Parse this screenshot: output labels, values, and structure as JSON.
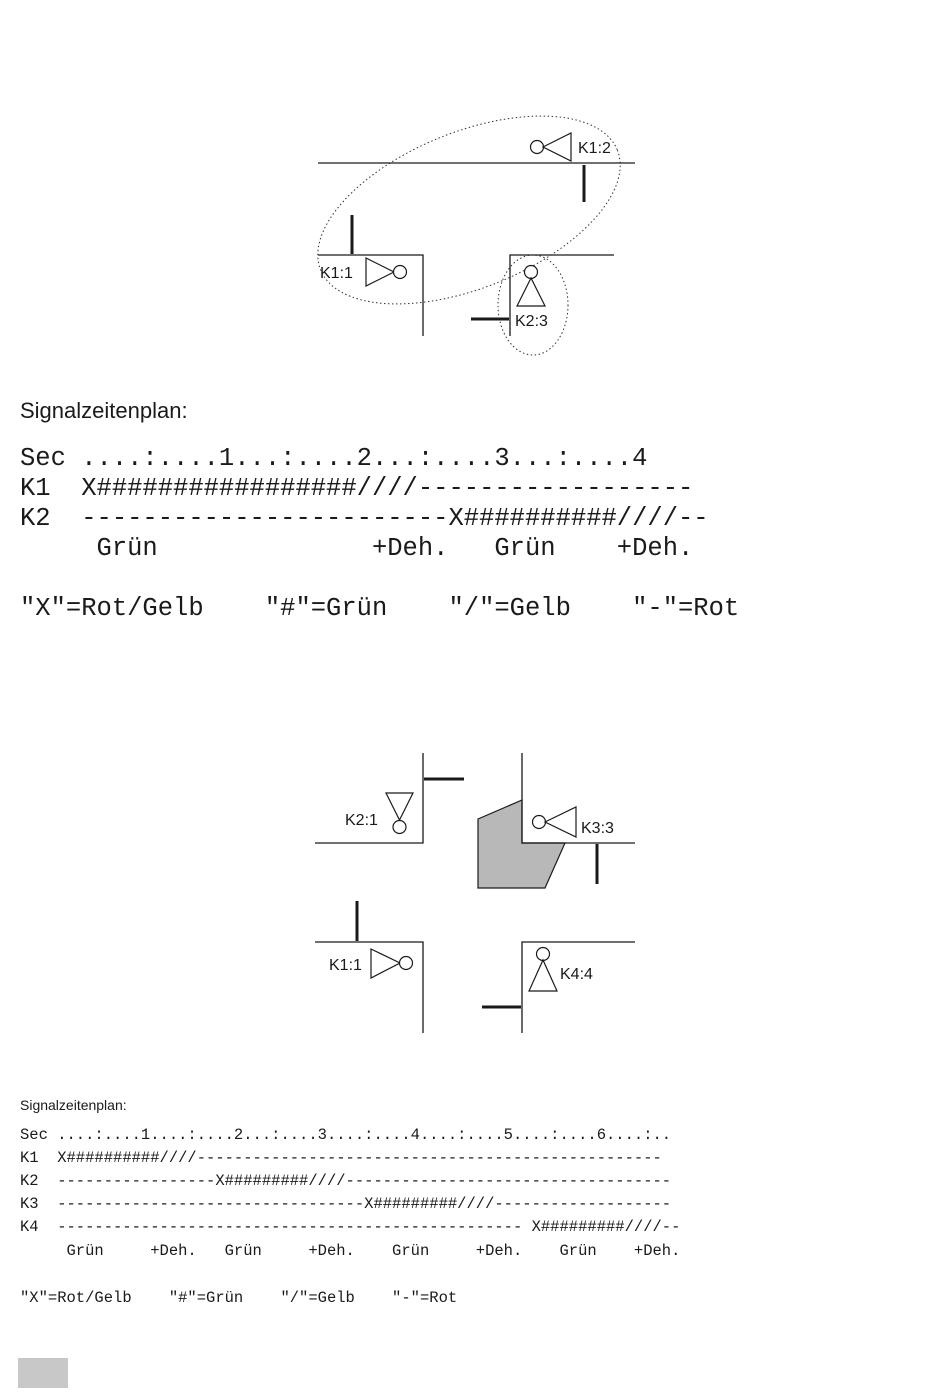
{
  "diagram1": {
    "labels": {
      "k1_2": "K1:2",
      "k1_1": "K1:1",
      "k2_3": "K2:3"
    }
  },
  "section1": {
    "heading": "Signalzeitenplan:",
    "rows": [
      "Sec ....:....1...:....2...:....3...:....4",
      "K1  X#################////------------------",
      "K2  ------------------------X##########////--",
      "     Grün              +Deh.   Grün    +Deh."
    ],
    "legend": "\"X\"=Rot/Gelb    \"#\"=Grün    \"/\"=Gelb    \"-\"=Rot"
  },
  "diagram2": {
    "labels": {
      "k2_1": "K2:1",
      "k3_3": "K3:3",
      "k1_1": "K1:1",
      "k4_4": "K4:4"
    },
    "island_color": "#b8b8b8"
  },
  "section2": {
    "heading": "Signalzeitenplan:",
    "rows": [
      "Sec ....:....1....:....2...:....3....:....4....:....5....:....6....:..",
      "K1  X##########////--------------------------------------------------",
      "K2  -----------------X#########////-----------------------------------",
      "K3  ---------------------------------X#########////-------------------",
      "K4  -------------------------------------------------- X#########////--",
      "     Grün     +Deh.   Grün     +Deh.    Grün     +Deh.    Grün    +Deh."
    ],
    "legend": "\"X\"=Rot/Gelb    \"#\"=Grün    \"/\"=Gelb    \"-\"=Rot"
  }
}
